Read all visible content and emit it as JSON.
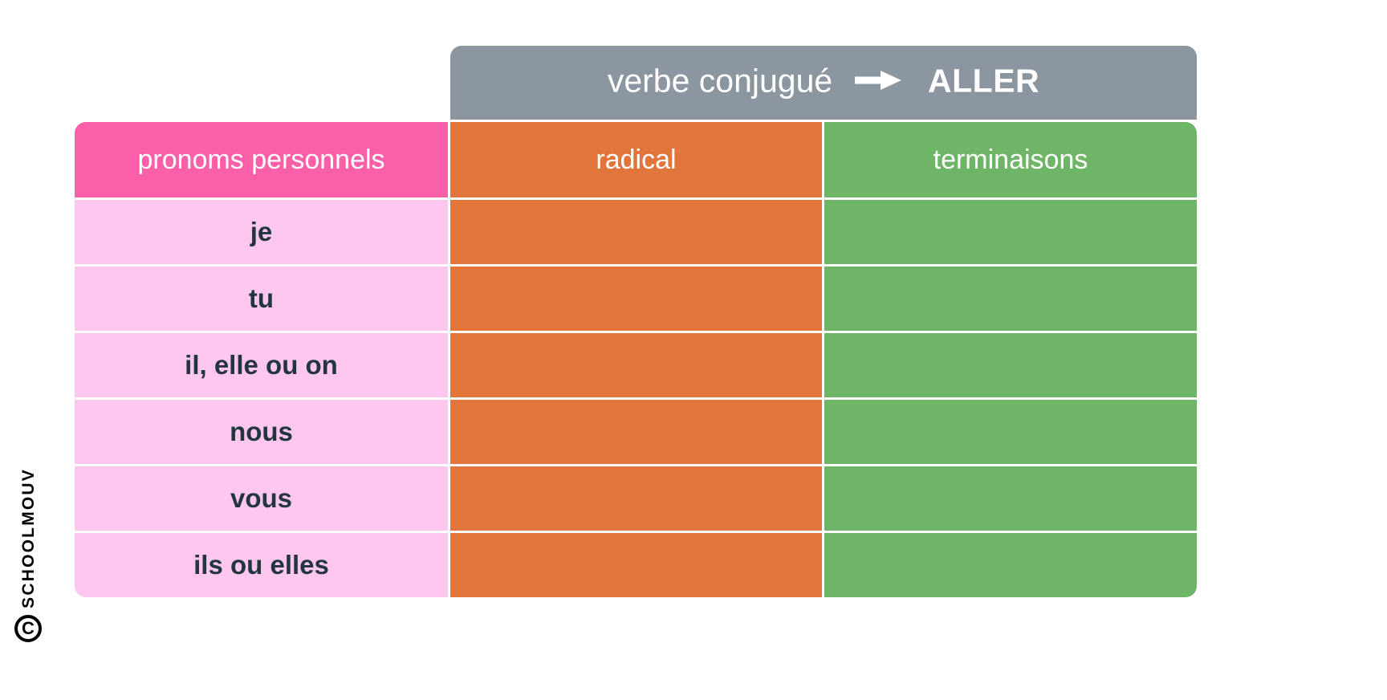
{
  "watermark": {
    "brand": "SCHOOLMOUV",
    "copyright_symbol": "C"
  },
  "table": {
    "title": {
      "prefix": "verbe conjugué",
      "arrow_icon": "arrow-right-icon",
      "verb": "ALLER"
    },
    "columns": [
      {
        "key": "pronoms",
        "label": "pronoms personnels",
        "color": "#fa5fa8"
      },
      {
        "key": "radical",
        "label": "radical",
        "color": "#e2753b"
      },
      {
        "key": "terminaisons",
        "label": "terminaisons",
        "color": "#6fb568"
      }
    ],
    "rows": [
      {
        "pronom": "je",
        "radical": "",
        "terminaison": ""
      },
      {
        "pronom": "tu",
        "radical": "",
        "terminaison": ""
      },
      {
        "pronom": "il, elle ou on",
        "radical": "",
        "terminaison": ""
      },
      {
        "pronom": "nous",
        "radical": "",
        "terminaison": ""
      },
      {
        "pronom": "vous",
        "radical": "",
        "terminaison": ""
      },
      {
        "pronom": "ils ou elles",
        "radical": "",
        "terminaison": ""
      }
    ]
  },
  "colors": {
    "title_bar": "#8b96a0",
    "pronoms_header": "#fa5fa8",
    "pronoms_cell": "#fdc7ef",
    "radical": "#e2753b",
    "terminaisons": "#6fb568",
    "text_dark": "#23363f",
    "text_light": "#ffffff",
    "background": "#ffffff"
  }
}
